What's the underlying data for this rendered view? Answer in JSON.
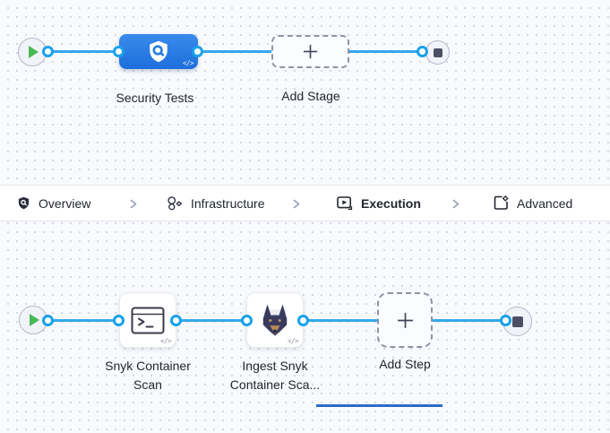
{
  "colors": {
    "stage_blue": "#2a7ce4",
    "flow_line_blue": "#35a7ee",
    "selected_tab_underline": "#2b6dcb",
    "play_green": "#46bb55",
    "canvas_dot": "#ccd1de"
  },
  "stage_pipeline": {
    "stage_label": "Security Tests",
    "add_stage_label": "Add Stage",
    "code_badge": "</>"
  },
  "tab_bar": {
    "tabs": [
      {
        "label": "Overview",
        "selected": false
      },
      {
        "label": "Infrastructure",
        "selected": false
      },
      {
        "label": "Execution",
        "selected": true
      },
      {
        "label": "Advanced",
        "selected": false
      }
    ]
  },
  "execution_pipeline": {
    "steps": [
      {
        "label_line1": "Snyk Container",
        "label_line2": "Scan"
      },
      {
        "label_line1": "Ingest Snyk",
        "label_line2": "Container Sca..."
      }
    ],
    "add_step_label": "Add Step",
    "code_badge": "</>"
  }
}
